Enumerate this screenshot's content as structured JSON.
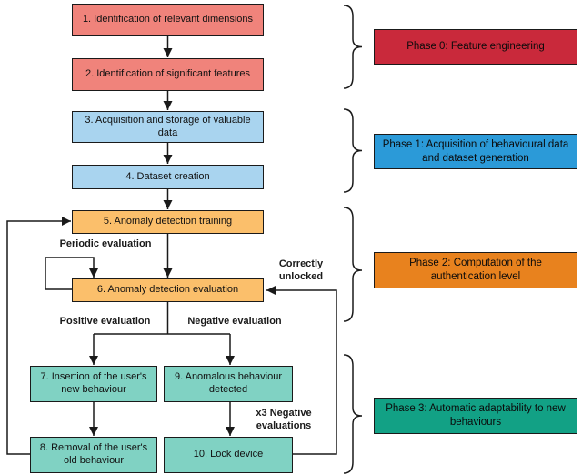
{
  "flow_boxes": [
    {
      "label": "1. Identification of relevant dimensions"
    },
    {
      "label": "2. Identification of significant features"
    },
    {
      "label": "3. Acquisition and storage of valuable data"
    },
    {
      "label": "4. Dataset creation"
    },
    {
      "label": "5. Anomaly detection training"
    },
    {
      "label": "6. Anomaly detection evaluation"
    },
    {
      "label": "7. Insertion of the user's new behaviour"
    },
    {
      "label": "8. Removal of the user's old behaviour"
    },
    {
      "label": "9. Anomalous behaviour detected"
    },
    {
      "label": "10. Lock device"
    }
  ],
  "phases": [
    {
      "label": "Phase 0: Feature engineering",
      "color": "#C9293B"
    },
    {
      "label": "Phase 1: Acquisition of behavioural data and dataset generation",
      "color": "#2B9AD8"
    },
    {
      "label": "Phase 2: Computation of the authentication level",
      "color": "#E8821E"
    },
    {
      "label": "Phase 3: Automatic adaptability to new behaviours",
      "color": "#12A185"
    }
  ],
  "edge_labels": {
    "periodic": "Periodic evaluation",
    "positive": "Positive evaluation",
    "negative": "Negative evaluation",
    "correctly_unlocked": "Correctly unlocked",
    "x3_negative": "x3 Negative evaluations"
  },
  "colors": {
    "step_feature_engineering": "#F0837B",
    "step_data_acquisition": "#A9D4EF",
    "step_anomaly_detection": "#FBBF6B",
    "step_adaptability": "#80D2C3",
    "stroke": "#1a1a1a",
    "background": "#ffffff"
  }
}
